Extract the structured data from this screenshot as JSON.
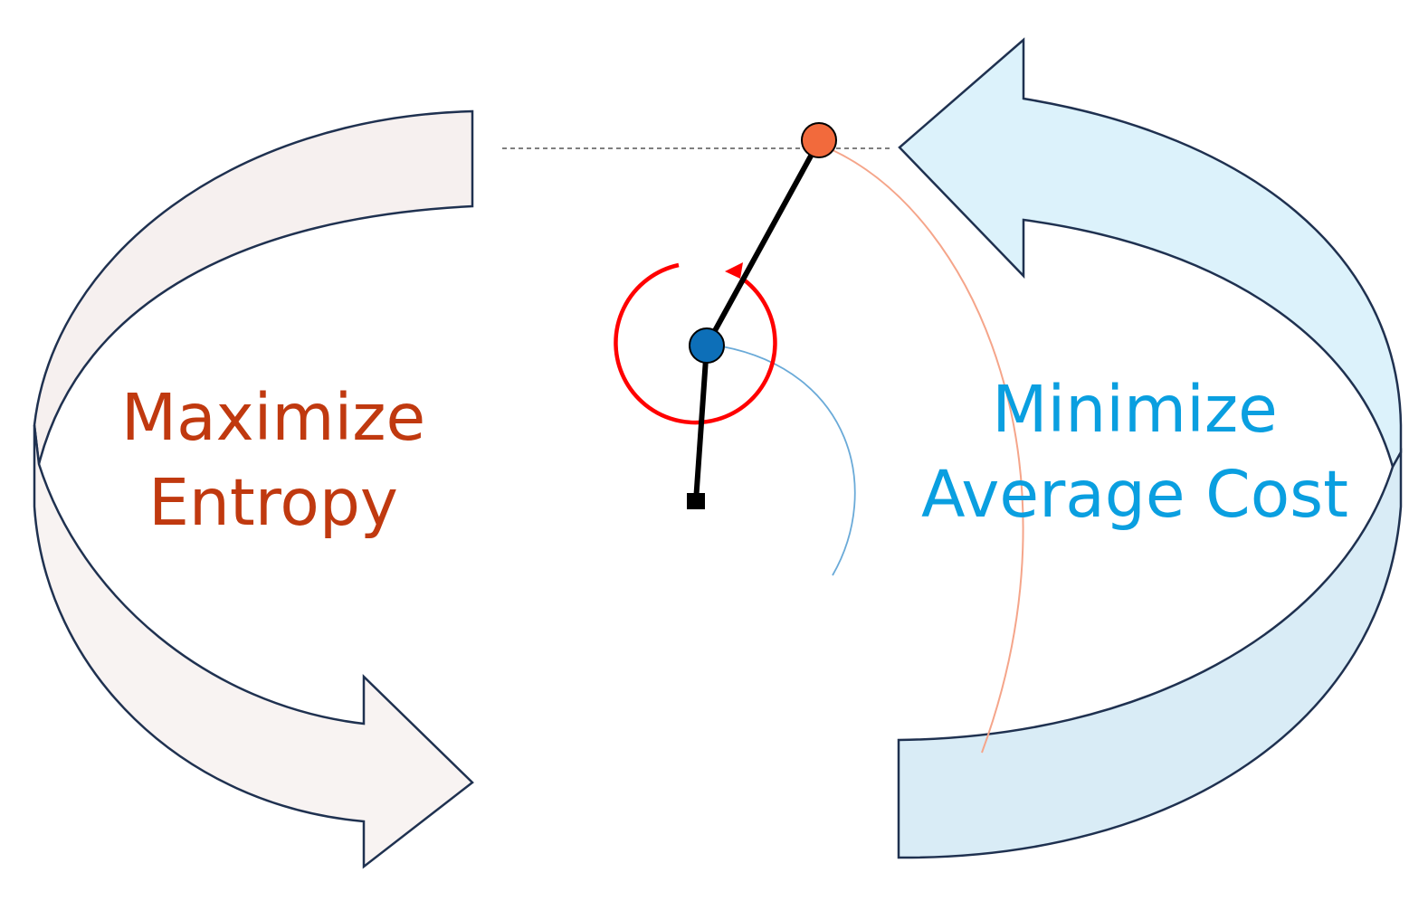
{
  "left_label": {
    "line1": "Maximize",
    "line2": "Entropy",
    "color": "#c0390f"
  },
  "right_label": {
    "line1": "Minimize",
    "line2": "Average Cost",
    "color": "#0a9fe0"
  },
  "colors": {
    "left_arrow_fill": "#f6f0ef",
    "left_arrow_fill_lower": "#f8f3f2",
    "right_arrow_fill": "#dcf2fb",
    "right_arrow_fill_lower": "#d9ecf6",
    "arrow_outline": "#1f3150",
    "link": "#000000",
    "end_effector": "#f26a3c",
    "elbow_joint": "#0d6fb8",
    "rotation_indicator": "#ff0000",
    "end_effector_trace": "#f5a58a",
    "elbow_trace": "#6aaad8",
    "reference_line": "#555555"
  },
  "icons": {
    "left_arrow": "curved-arrow-clockwise-down",
    "right_arrow": "curved-arrow-counterclockwise-up",
    "rotation_indicator": "circular-arrow-counterclockwise"
  }
}
